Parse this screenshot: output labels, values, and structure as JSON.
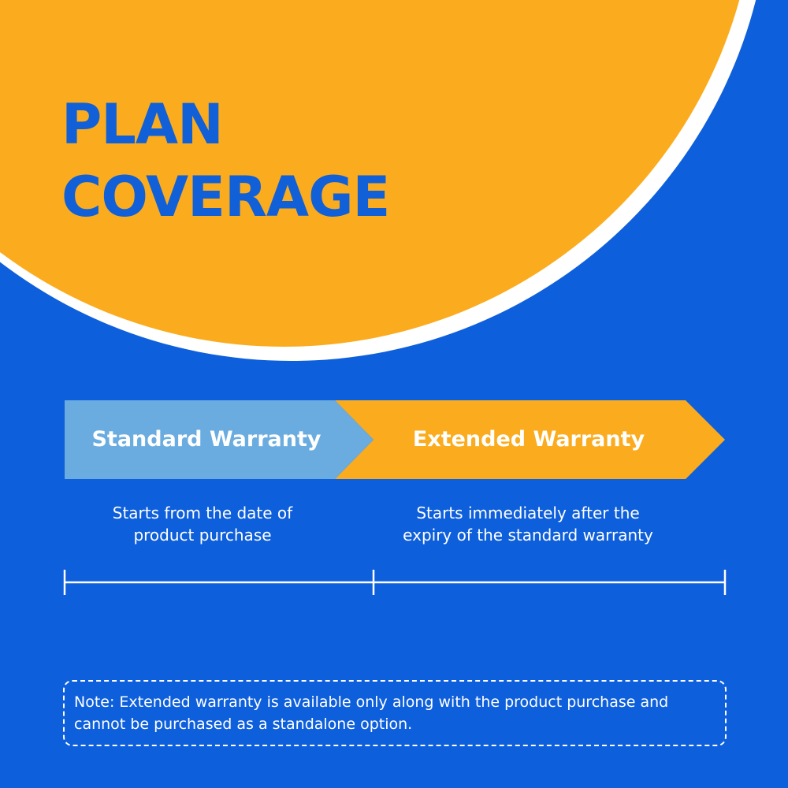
{
  "colors": {
    "background_blue": "#0E5FDB",
    "title_blue": "#1160D8",
    "orange": "#FBAC1E",
    "light_blue": "#6AACDF",
    "white": "#FFFFFF"
  },
  "title": {
    "line1": "PLAN",
    "line2": "COVERAGE"
  },
  "phases": [
    {
      "label": "Standard Warranty",
      "description_line1": "Starts from the date of",
      "description_line2": "product purchase"
    },
    {
      "label": "Extended Warranty",
      "description_line1": "Starts immediately after the",
      "description_line2": "expiry of the standard warranty"
    }
  ],
  "note": "Note: Extended warranty is available only along with the product purchase and cannot be purchased as a standalone option."
}
